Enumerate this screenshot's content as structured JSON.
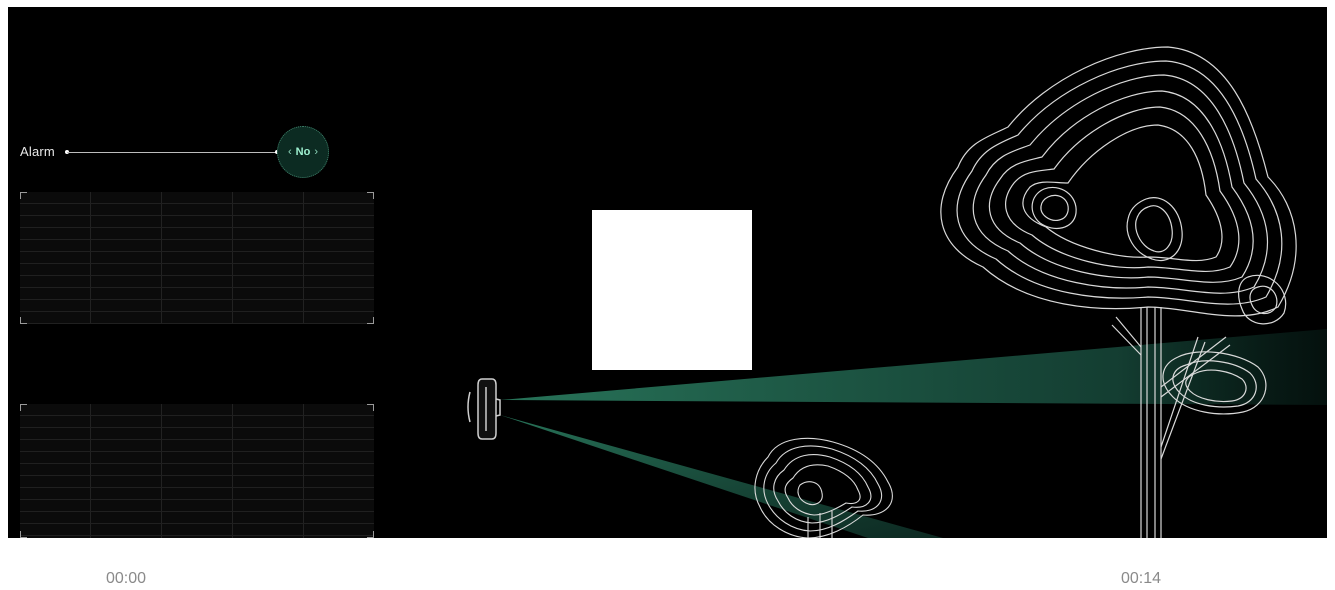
{
  "alarm": {
    "label": "Alarm",
    "value": "No",
    "prev_icon": "chevron-left-icon",
    "next_icon": "chevron-right-icon"
  },
  "timeline": {
    "start": "00:00",
    "end": "00:14"
  },
  "colors": {
    "stage_background": "#000000",
    "accent_green": "#1f5e48",
    "toggle_text": "#9ff2d1",
    "tree_line": "#d9d9d9"
  }
}
